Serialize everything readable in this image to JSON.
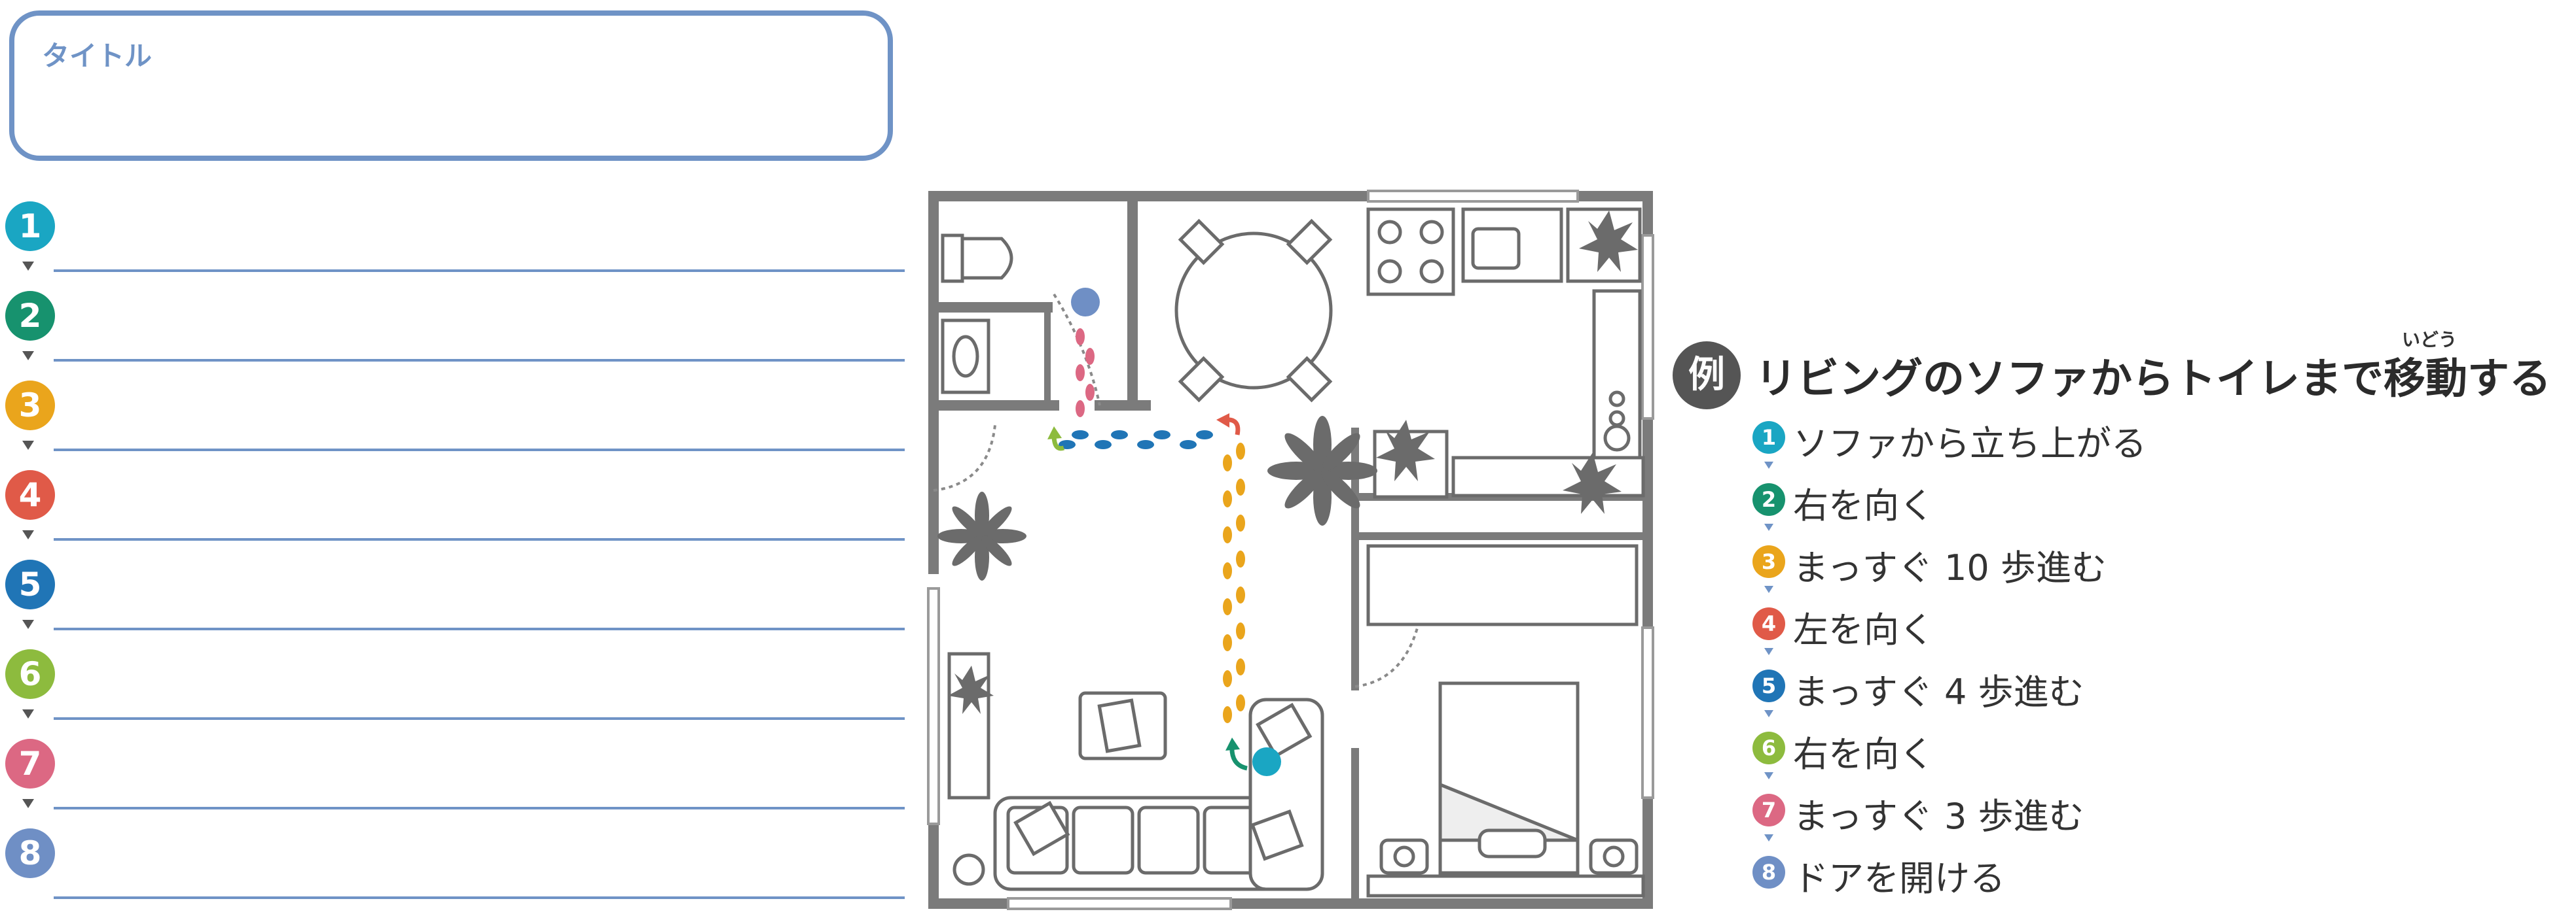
{
  "title_box": {
    "label": "タイトル"
  },
  "steps": [
    {
      "num": "1",
      "color": "#1aa6c3"
    },
    {
      "num": "2",
      "color": "#17926e"
    },
    {
      "num": "3",
      "color": "#eaa51c"
    },
    {
      "num": "4",
      "color": "#e05a48"
    },
    {
      "num": "5",
      "color": "#2075b6"
    },
    {
      "num": "6",
      "color": "#8dbb3e"
    },
    {
      "num": "7",
      "color": "#dc6883"
    },
    {
      "num": "8",
      "color": "#6f8fc5"
    }
  ],
  "example": {
    "badge": "例",
    "ruby": "いどう",
    "title": "リビングのソファからトイレまで移動する",
    "steps": [
      {
        "num": "1",
        "text": "ソファから立ち上がる"
      },
      {
        "num": "2",
        "text": "右を向く"
      },
      {
        "num": "3",
        "text": "まっすぐ 10 歩進む"
      },
      {
        "num": "4",
        "text": "左を向く"
      },
      {
        "num": "5",
        "text": "まっすぐ 4 歩進む"
      },
      {
        "num": "6",
        "text": "右を向く"
      },
      {
        "num": "7",
        "text": "まっすぐ 3 歩進む"
      },
      {
        "num": "8",
        "text": "ドアを開ける"
      }
    ]
  },
  "colors": {
    "accent": "#6f93c6",
    "wall": "#7b7b7b",
    "furniture": "#6b6b6b"
  }
}
